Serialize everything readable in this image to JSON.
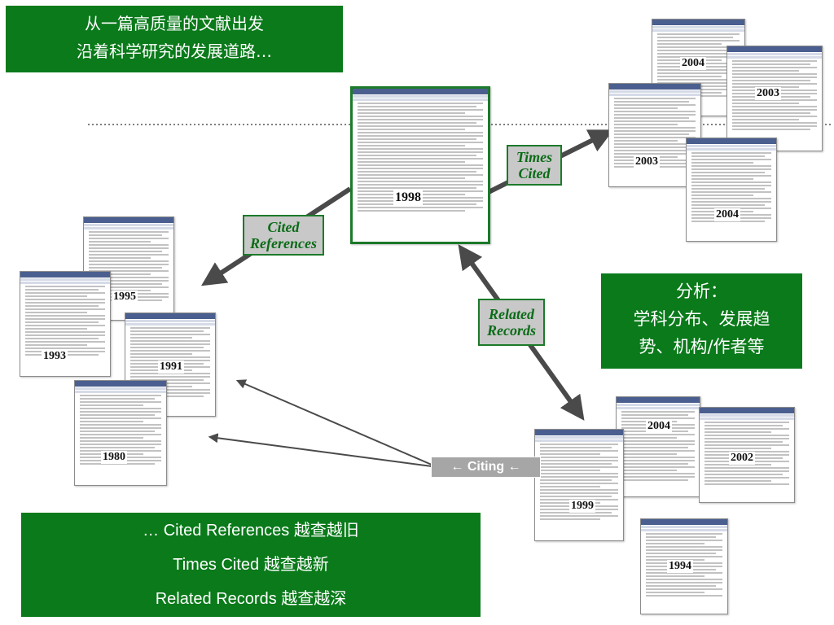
{
  "title_box": {
    "line1": "从一篇高质量的文献出发",
    "line2": "沿着科学研究的发展道路…"
  },
  "labels": {
    "cited_references": [
      "Cited",
      "References"
    ],
    "times_cited": [
      "Times",
      "Cited"
    ],
    "related_records": [
      "Related",
      "Records"
    ],
    "citing": "← Citing ←"
  },
  "analysis_box": {
    "heading": "分析：",
    "line1": "学科分布、发展趋",
    "line2": "势、机构/作者等"
  },
  "summary_box": {
    "line1": "… Cited References 越查越旧",
    "line2": "Times Cited 越查越新",
    "line3": "Related Records 越查越深"
  },
  "documents": {
    "center": {
      "year": "1998"
    },
    "cited_references": [
      {
        "year": "1995"
      },
      {
        "year": "1993"
      },
      {
        "year": "1991"
      },
      {
        "year": "1980"
      }
    ],
    "times_cited": [
      {
        "year": "2004"
      },
      {
        "year": "2003"
      },
      {
        "year": "2003"
      },
      {
        "year": "2004"
      }
    ],
    "related_records": [
      {
        "year": "2004"
      },
      {
        "year": "2002"
      },
      {
        "year": "1999"
      },
      {
        "year": "1994"
      }
    ]
  },
  "colors": {
    "box_green": "#0a7a1a",
    "arrow": "#4a4a4a",
    "label_gray": "#c8c8c8",
    "label_text": "#0b6b17"
  }
}
